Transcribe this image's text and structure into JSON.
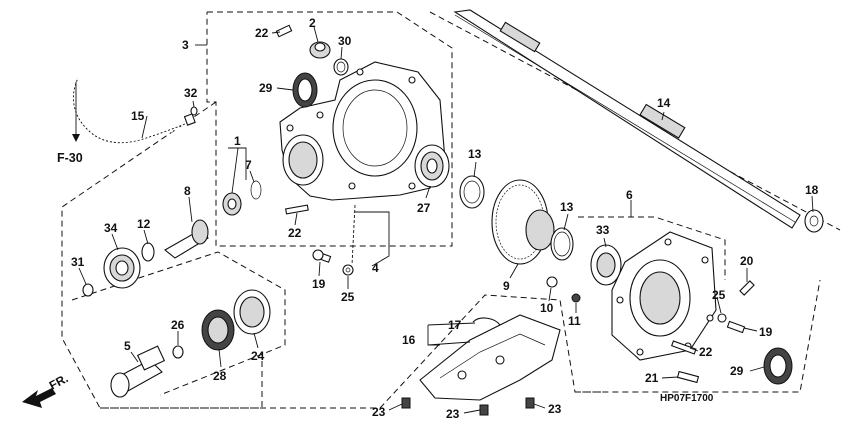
{
  "diagram": {
    "code": "HP07F1700",
    "reference": "F-30",
    "direction": "FR.",
    "callouts": {
      "p1": "1",
      "p2": "2",
      "p3": "3",
      "p4": "4",
      "p5": "5",
      "p6": "6",
      "p7": "7",
      "p8": "8",
      "p9": "9",
      "p10": "10",
      "p11": "11",
      "p12": "12",
      "p13a": "13",
      "p13b": "13",
      "p14": "14",
      "p15": "15",
      "p16": "16",
      "p17": "17",
      "p18": "18",
      "p19a": "19",
      "p19b": "19",
      "p20": "20",
      "p21": "21",
      "p22a": "22",
      "p22b": "22",
      "p22c": "22",
      "p23a": "23",
      "p23b": "23",
      "p23c": "23",
      "p24": "24",
      "p25a": "25",
      "p25b": "25",
      "p26": "26",
      "p27": "27",
      "p28": "28",
      "p29a": "29",
      "p29b": "29",
      "p30": "30",
      "p31": "31",
      "p32": "32",
      "p33": "33",
      "p34": "34"
    }
  }
}
